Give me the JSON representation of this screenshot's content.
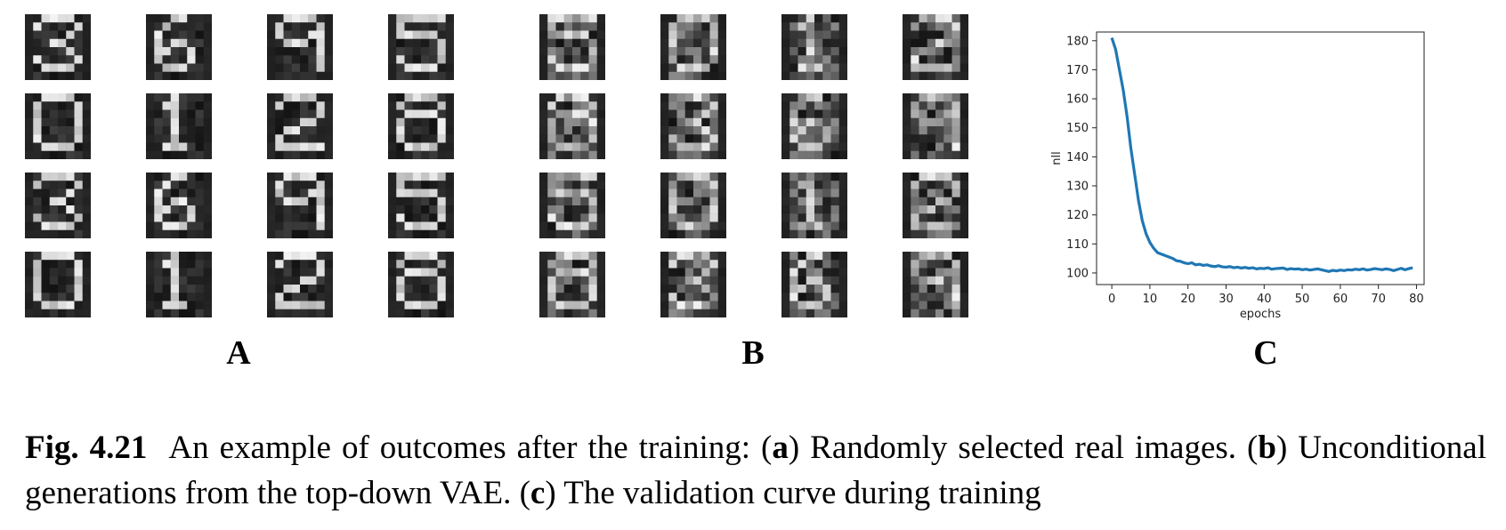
{
  "panels": [
    {
      "label": "A",
      "kind": "real"
    },
    {
      "label": "B",
      "kind": "generated"
    },
    {
      "label": "C",
      "kind": "chart"
    }
  ],
  "chart_data": {
    "type": "line",
    "title": "",
    "xlabel": "epochs",
    "ylabel": "nll",
    "xlim": [
      -4,
      82
    ],
    "ylim": [
      96,
      183
    ],
    "xticks": [
      0,
      10,
      20,
      30,
      40,
      50,
      60,
      70,
      80
    ],
    "yticks": [
      100,
      110,
      120,
      130,
      140,
      150,
      160,
      170,
      180
    ],
    "grid": false,
    "legend": "none",
    "color": "#1f77b4",
    "series": [
      {
        "x": [
          0,
          1,
          2,
          3,
          4,
          5,
          6,
          7,
          8,
          9,
          10,
          11,
          12,
          13,
          14,
          15,
          16,
          17,
          18,
          19,
          20,
          21,
          22,
          23,
          24,
          25,
          26,
          27,
          28,
          29,
          30,
          31,
          32,
          33,
          34,
          35,
          36,
          37,
          38,
          39,
          40,
          41,
          42,
          43,
          44,
          45,
          46,
          47,
          48,
          49,
          50,
          51,
          52,
          53,
          54,
          55,
          56,
          57,
          58,
          59,
          60,
          61,
          62,
          63,
          64,
          65,
          66,
          67,
          68,
          69,
          70,
          71,
          72,
          73,
          74,
          75,
          76,
          77,
          78,
          79
        ],
        "values": [
          181,
          177,
          170,
          163,
          154,
          143,
          134,
          125,
          118,
          113.5,
          110.5,
          108.5,
          107,
          106.5,
          106,
          105.5,
          105,
          104.2,
          104,
          103.5,
          103.2,
          103.5,
          102.8,
          103,
          102.6,
          102.8,
          102.4,
          102.2,
          102.5,
          102.1,
          102,
          102.2,
          101.8,
          102,
          101.7,
          101.9,
          101.6,
          101.8,
          101.4,
          101.6,
          101.5,
          101.8,
          101.3,
          101.5,
          101.6,
          101.7,
          101.2,
          101.5,
          101.3,
          101.4,
          101.1,
          101.3,
          101,
          101.2,
          101.4,
          101.1,
          100.8,
          100.5,
          100.9,
          100.7,
          101,
          100.8,
          101.1,
          101,
          101.3,
          101.1,
          101.4,
          101,
          101.2,
          101.5,
          101.3,
          101.1,
          101.4,
          101.2,
          100.8,
          101.2,
          101.6,
          101.1,
          101.5,
          101.8
        ]
      }
    ]
  },
  "caption": {
    "fig_label": "Fig. 4.21",
    "part1": "An example of outcomes after the training: (",
    "a": "a",
    "part2": ") Randomly selected real images. (",
    "b": "b",
    "part3": ") Unconditional generations from the top-down VAE. (",
    "c": "c",
    "part4": ") The validation curve during training"
  }
}
